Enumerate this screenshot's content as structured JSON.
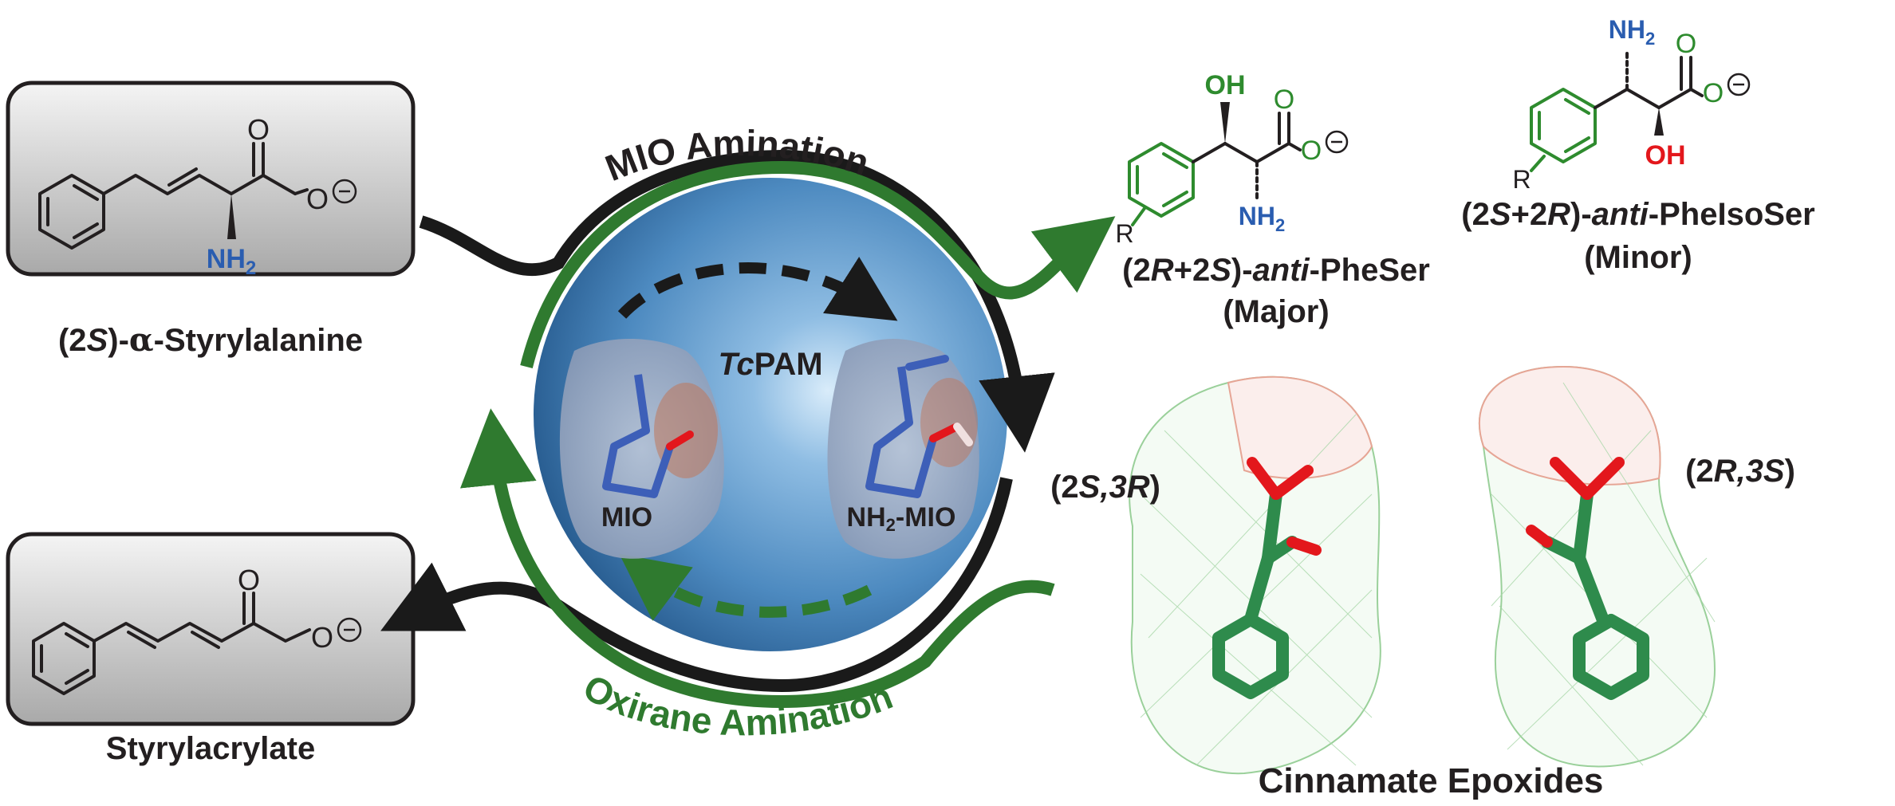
{
  "colors": {
    "black_arrow": "#1a1a1a",
    "green_arrow": "#2f7a2f",
    "amine_blue": "#2a5db0",
    "hydroxyl_red": "#e3171c",
    "ring_green": "#2e8b2e",
    "box_fill_top": "#f2f2f2",
    "box_fill_bottom": "#a8a8a8",
    "sphere": "#5e9ccb"
  },
  "substrate": {
    "name_prefix": "(2",
    "name_stereo": "S",
    "name_middle": ")-",
    "name_alpha": "α",
    "name_suffix": "-Styrylalanine",
    "atom_o": "O",
    "atom_o_minus": "O",
    "atom_nh": "NH",
    "atom_nh_sub": "2"
  },
  "byproduct": {
    "name": "Styrylacrylate",
    "atom_o": "O",
    "atom_o_minus": "O"
  },
  "cycle": {
    "top_label": "MIO Amination",
    "bottom_label": "Oxirane Amination",
    "enzyme_italic": "Tc",
    "enzyme_rest": "PAM",
    "left_state": "MIO",
    "right_state_prefix": "NH",
    "right_state_sub": "2",
    "right_state_suffix": "-MIO"
  },
  "major_product": {
    "name_p1": "(2",
    "name_r": "R",
    "name_p2": "+2",
    "name_s": "S",
    "name_p3": ")-",
    "name_anti": "anti",
    "name_p4": "-PheSer",
    "qualifier": "(Major)",
    "atom_oh": "OH",
    "atom_o": "O",
    "atom_o_minus": "O",
    "atom_nh": "NH",
    "atom_nh_sub": "2",
    "atom_r": "R"
  },
  "minor_product": {
    "name_p1": "(2",
    "name_s": "S",
    "name_p2": "+2",
    "name_r": "R",
    "name_p3": ")-",
    "name_anti": "anti",
    "name_p4": "-PheIsoSer",
    "qualifier": "(Minor)",
    "atom_nh": "NH",
    "atom_nh_sub": "2",
    "atom_oh": "OH",
    "atom_o": "O",
    "atom_o_minus": "O",
    "atom_r": "R"
  },
  "epoxides": {
    "caption": "Cinnamate Epoxides",
    "left_p1": "(2",
    "left_s": "S,3R",
    "left_p2": ")",
    "right_p1": "(2",
    "right_r": "R,3S",
    "right_p2": ")"
  }
}
